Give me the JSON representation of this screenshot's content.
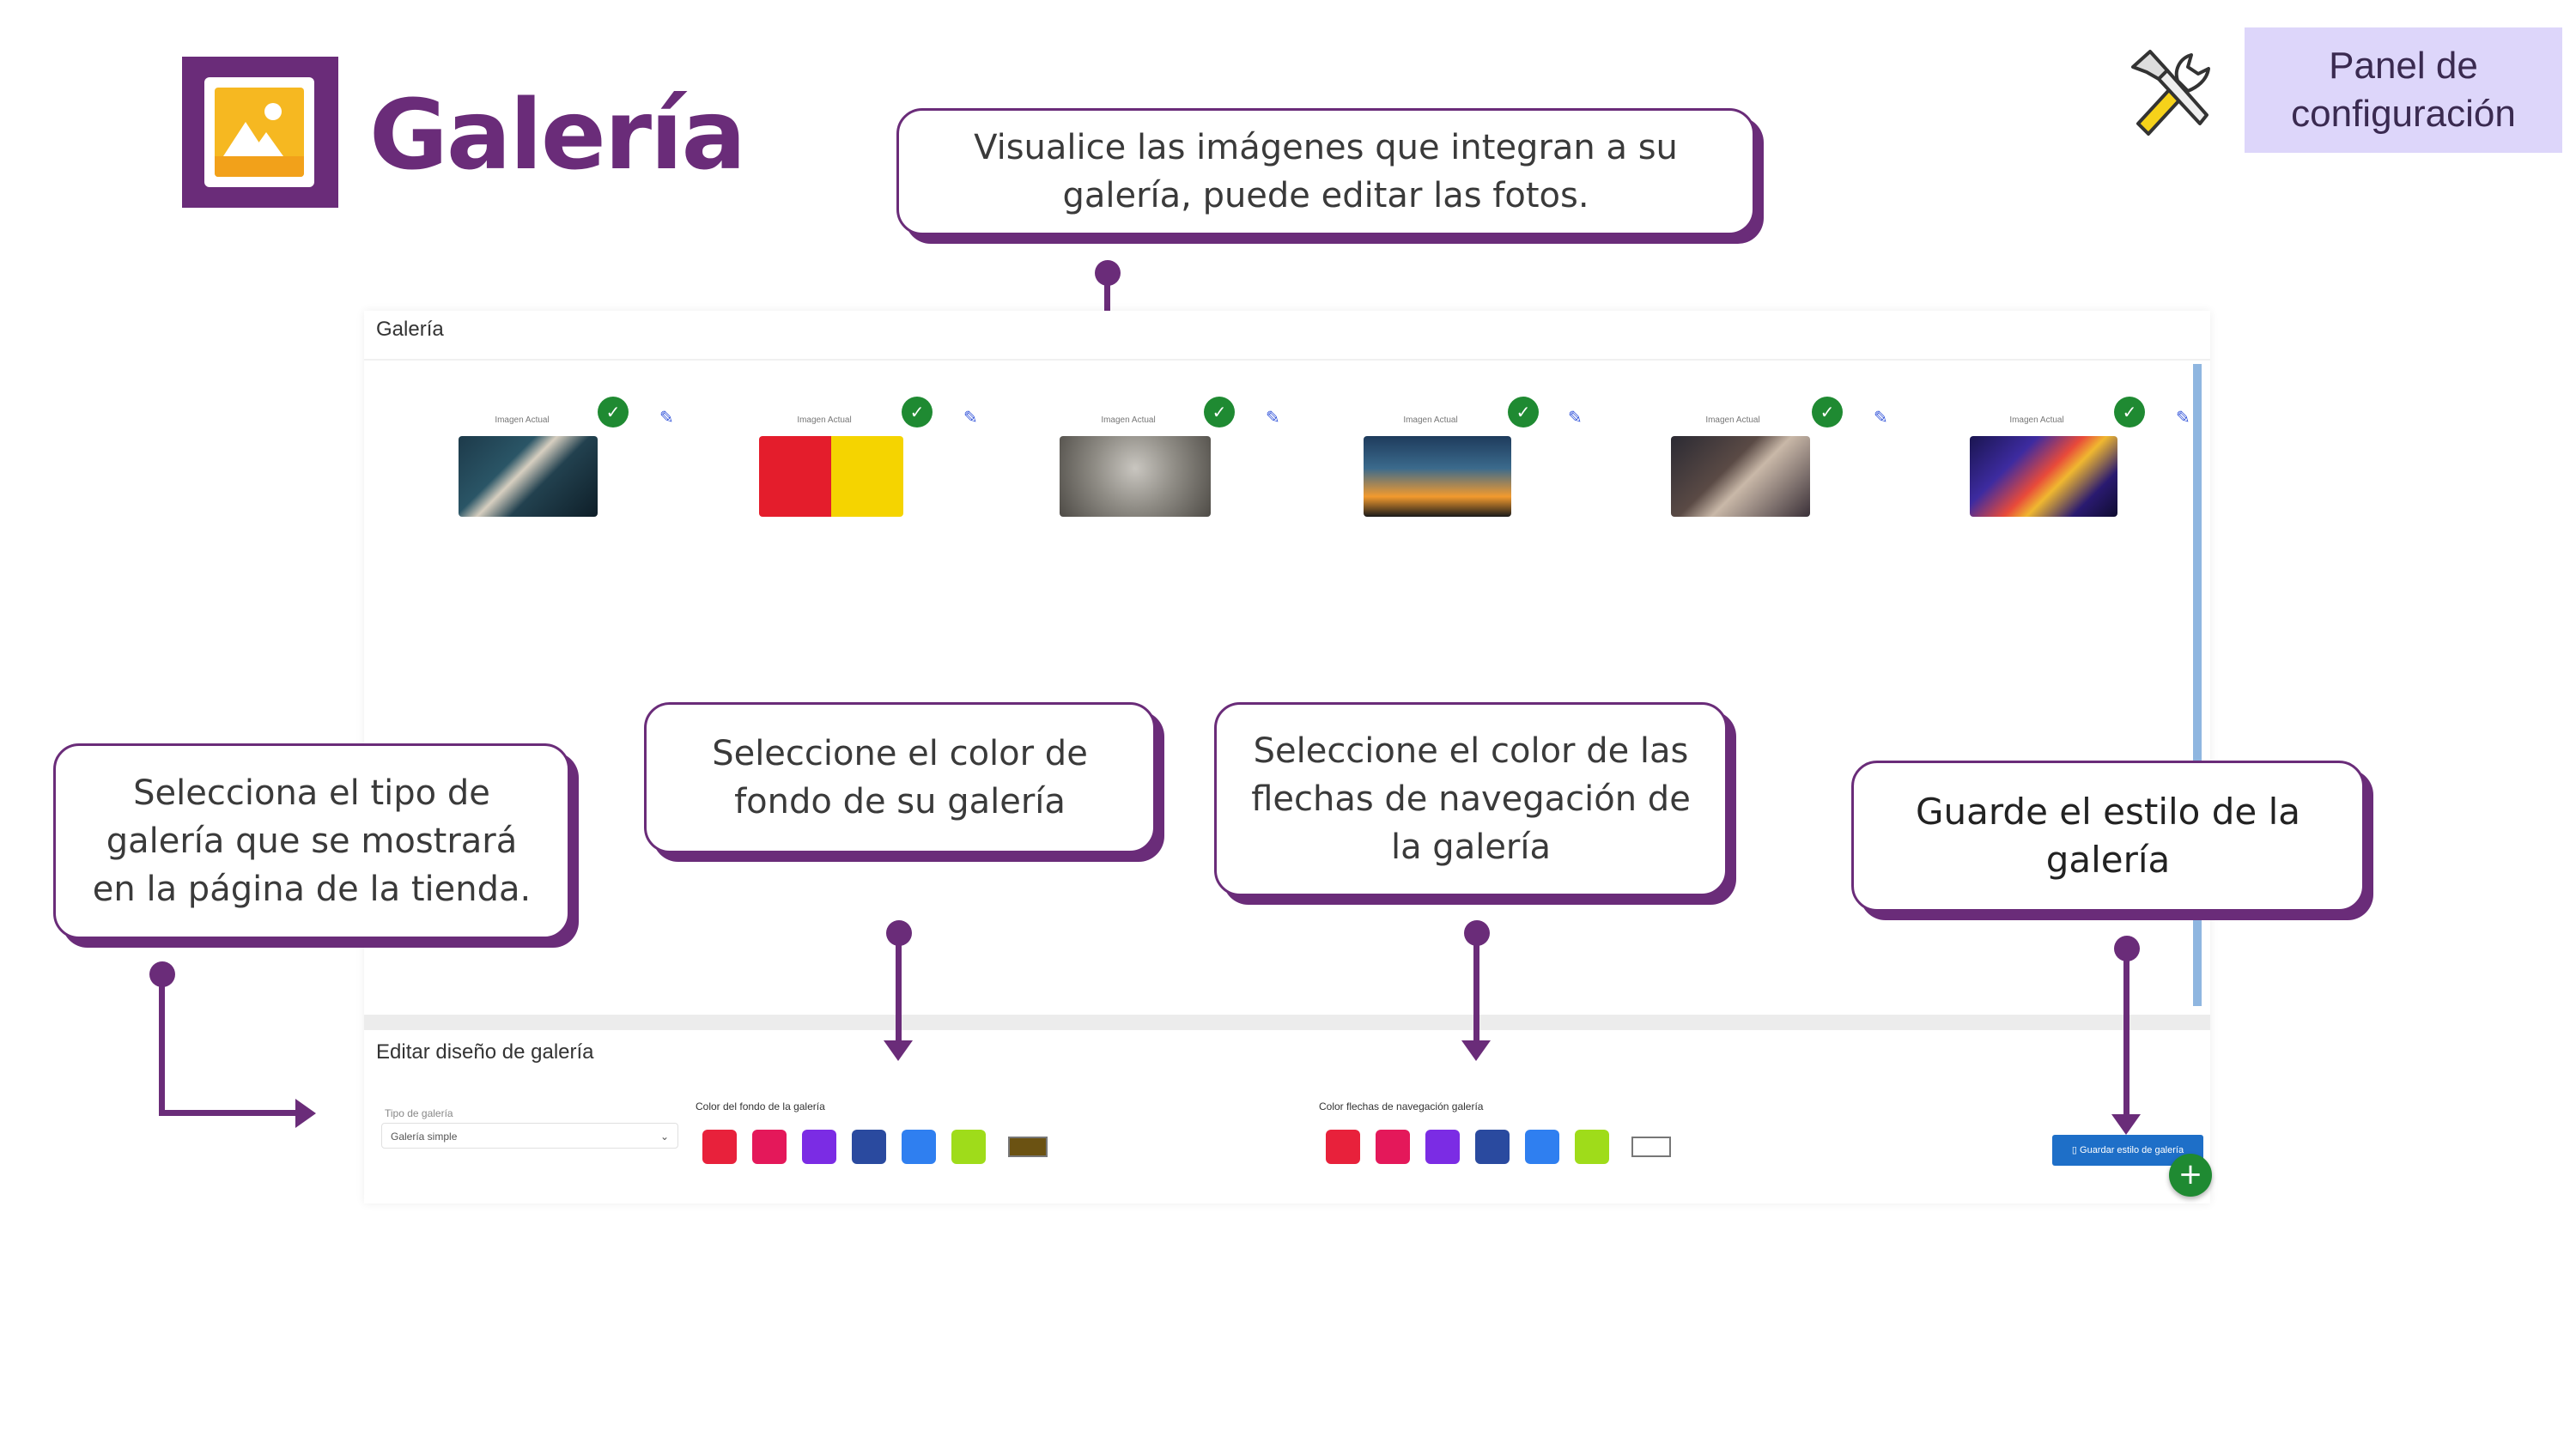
{
  "header": {
    "title": "Galería",
    "config_button": "Panel de configuración"
  },
  "callouts": {
    "view_images": "Visualice las imágenes que integran a su galería, puede editar las fotos.",
    "gallery_type": "Selecciona el tipo de galería que se mostrará en la página de la tienda.",
    "bg_color": "Seleccione el color de fondo de su galería",
    "arrow_color": "Seleccione el color de las flechas de navegación de la galería",
    "save_style": "Guarde el estilo de la galería"
  },
  "gallery": {
    "title": "Galería",
    "items": [
      {
        "label": "Imagen Actual"
      },
      {
        "label": "Imagen Actual"
      },
      {
        "label": "Imagen Actual"
      },
      {
        "label": "Imagen Actual"
      },
      {
        "label": "Imagen Actual"
      },
      {
        "label": "Imagen Actual"
      }
    ]
  },
  "edit": {
    "title": "Editar diseño de galería",
    "type_label": "Tipo de galería",
    "type_value": "Galería simple",
    "bg_label": "Color del fondo de la galería",
    "arrows_label": "Color flechas de navegación galería",
    "bg_swatches": [
      "#e8213b",
      "#e4185a",
      "#7b2ce4",
      "#2a4a9f",
      "#2f7ff0",
      "#9fdc1a"
    ],
    "bg_selected": "#6b5212",
    "arrow_swatches": [
      "#e8213b",
      "#e4185a",
      "#7b2ce4",
      "#2a4a9f",
      "#2f7ff0",
      "#9fdc1a"
    ],
    "arrow_selected": "#ffffff",
    "save_button": "Guardar estilo de galería",
    "fab_symbol": "+"
  },
  "colors": {
    "brand": "#6a2c79",
    "panel_button_bg": "#ddd6fa"
  }
}
